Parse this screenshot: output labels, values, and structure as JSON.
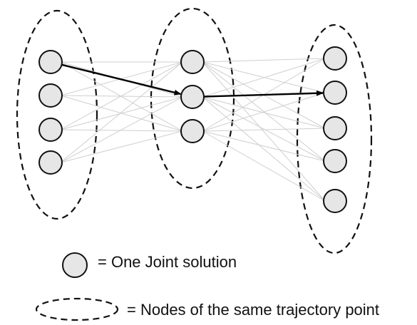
{
  "legend": {
    "node_text": "= One Joint solution",
    "group_text": "= Nodes of the same trajectory point"
  },
  "colors": {
    "node_fill": "#e6e6e6",
    "node_stroke": "#111111",
    "edge": "#cfcfcf",
    "path": "#000000",
    "group_stroke": "#111111"
  },
  "layers": [
    {
      "id": "layer-1",
      "node_count": 4
    },
    {
      "id": "layer-2",
      "node_count": 3
    },
    {
      "id": "layer-3",
      "node_count": 5
    }
  ],
  "highlighted_path": [
    {
      "layer": 0,
      "node": 0
    },
    {
      "layer": 1,
      "node": 1
    },
    {
      "layer": 2,
      "node": 1
    }
  ]
}
